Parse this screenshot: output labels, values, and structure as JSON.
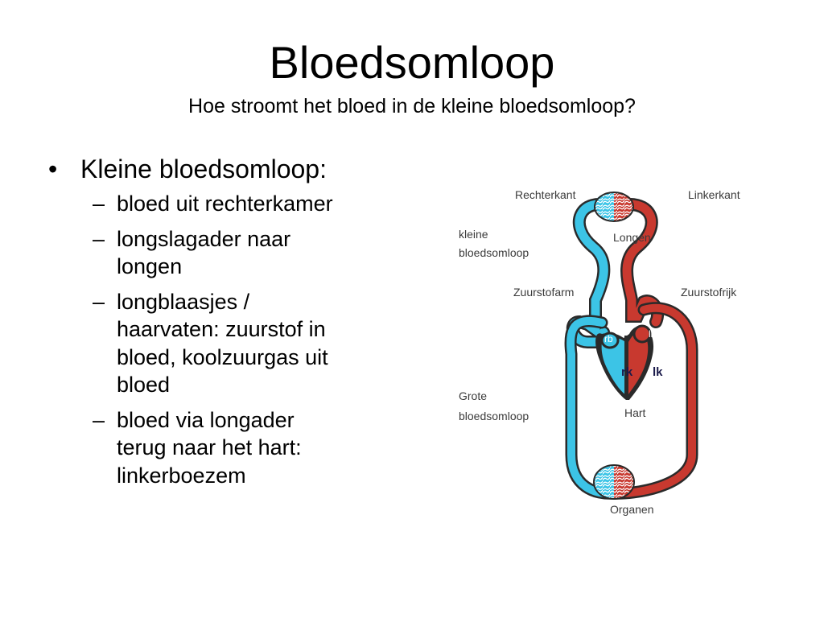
{
  "slide": {
    "title": "Bloedsomloop",
    "subtitle": "Hoe stroomt het bloed in de kleine bloedsomloop?",
    "bullet": {
      "marker": "•",
      "text": "Kleine bloedsomloop:"
    },
    "dash": "–",
    "subitems": [
      {
        "lines": [
          "bloed uit rechterkamer"
        ]
      },
      {
        "lines": [
          "longslagader naar",
          "longen"
        ]
      },
      {
        "lines": [
          "longblaasjes /",
          "haarvaten: zuurstof in",
          "bloed, koolzuurgas uit",
          "bloed"
        ]
      },
      {
        "lines": [
          "bloed via longader",
          "terug naar het hart:",
          "linkerboezem"
        ]
      }
    ]
  },
  "diagram": {
    "colors": {
      "deoxygenated": "#3cc4e6",
      "oxygenated": "#c8392f",
      "outline": "#2a2a2a"
    },
    "labels": {
      "rechterkant": "Rechterkant",
      "linkerkant": "Linkerkant",
      "longen": "Longen",
      "kleine_1": "kleine",
      "kleine_2": "bloedsomloop",
      "zuurstofarm": "Zuurstofarm",
      "zuurstofrijk": "Zuurstofrijk",
      "grote_1": "Grote",
      "grote_2": "bloedsomloop",
      "hart": "Hart",
      "organen": "Organen",
      "rb": "rb",
      "lb": "lb",
      "rk": "rk",
      "lk": "lk"
    }
  }
}
